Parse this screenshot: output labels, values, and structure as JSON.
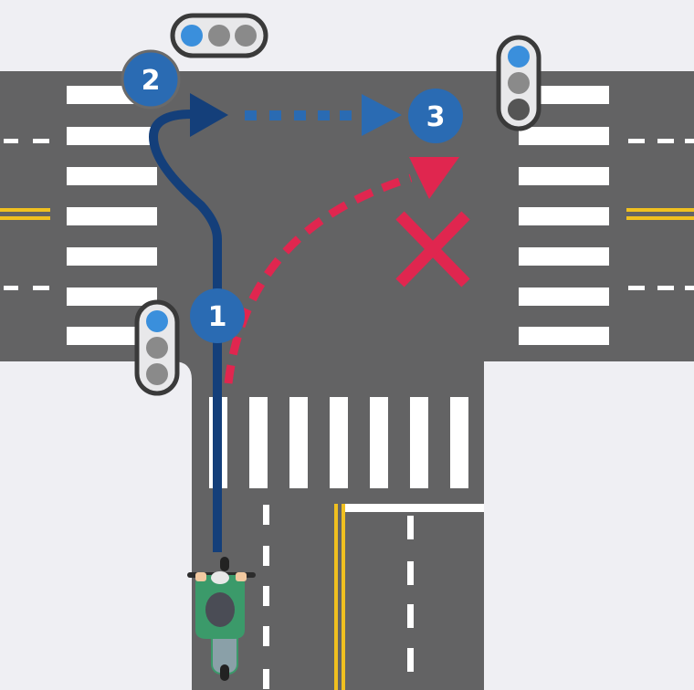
{
  "steps": {
    "one": "1",
    "two": "2",
    "three": "3"
  },
  "colors": {
    "road": "#636364",
    "sidewalk": "#efeff3",
    "path_blue": "#143f7a",
    "marker_blue": "#2a6bb3",
    "forbidden_red": "#e0264f",
    "lane_yellow": "#f0c020",
    "light_on": "#3a8fdc",
    "light_off": "#8a8a8a"
  },
  "icons": [
    "traffic-light-horizontal",
    "traffic-light-vertical-right",
    "traffic-light-vertical-left",
    "motorcycle-rider",
    "forbidden-x"
  ]
}
